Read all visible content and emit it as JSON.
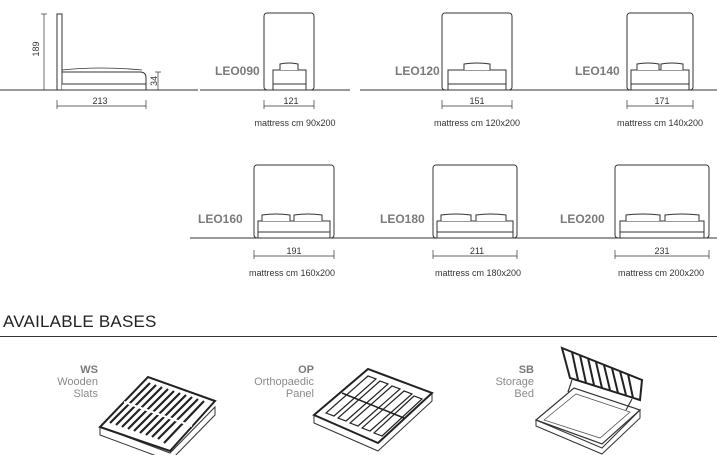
{
  "side_view": {
    "height": "189",
    "length": "213",
    "base_height": "34"
  },
  "models": [
    {
      "name": "LEO090",
      "width": "121",
      "mattress": "mattress cm 90x200"
    },
    {
      "name": "LEO120",
      "width": "151",
      "mattress": "mattress cm 120x200"
    },
    {
      "name": "LEO140",
      "width": "171",
      "mattress": "mattress cm 140x200"
    },
    {
      "name": "LEO160",
      "width": "191",
      "mattress": "mattress cm 160x200"
    },
    {
      "name": "LEO180",
      "width": "211",
      "mattress": "mattress cm 180x200"
    },
    {
      "name": "LEO200",
      "width": "231",
      "mattress": "mattress cm 200x200"
    }
  ],
  "bases_section": {
    "title": "AVAILABLE BASES",
    "items": [
      {
        "code": "WS",
        "line1": "Wooden",
        "line2": "Slats"
      },
      {
        "code": "OP",
        "line1": "Orthopaedic",
        "line2": "Panel"
      },
      {
        "code": "SB",
        "line1": "Storage",
        "line2": "Bed"
      }
    ]
  }
}
